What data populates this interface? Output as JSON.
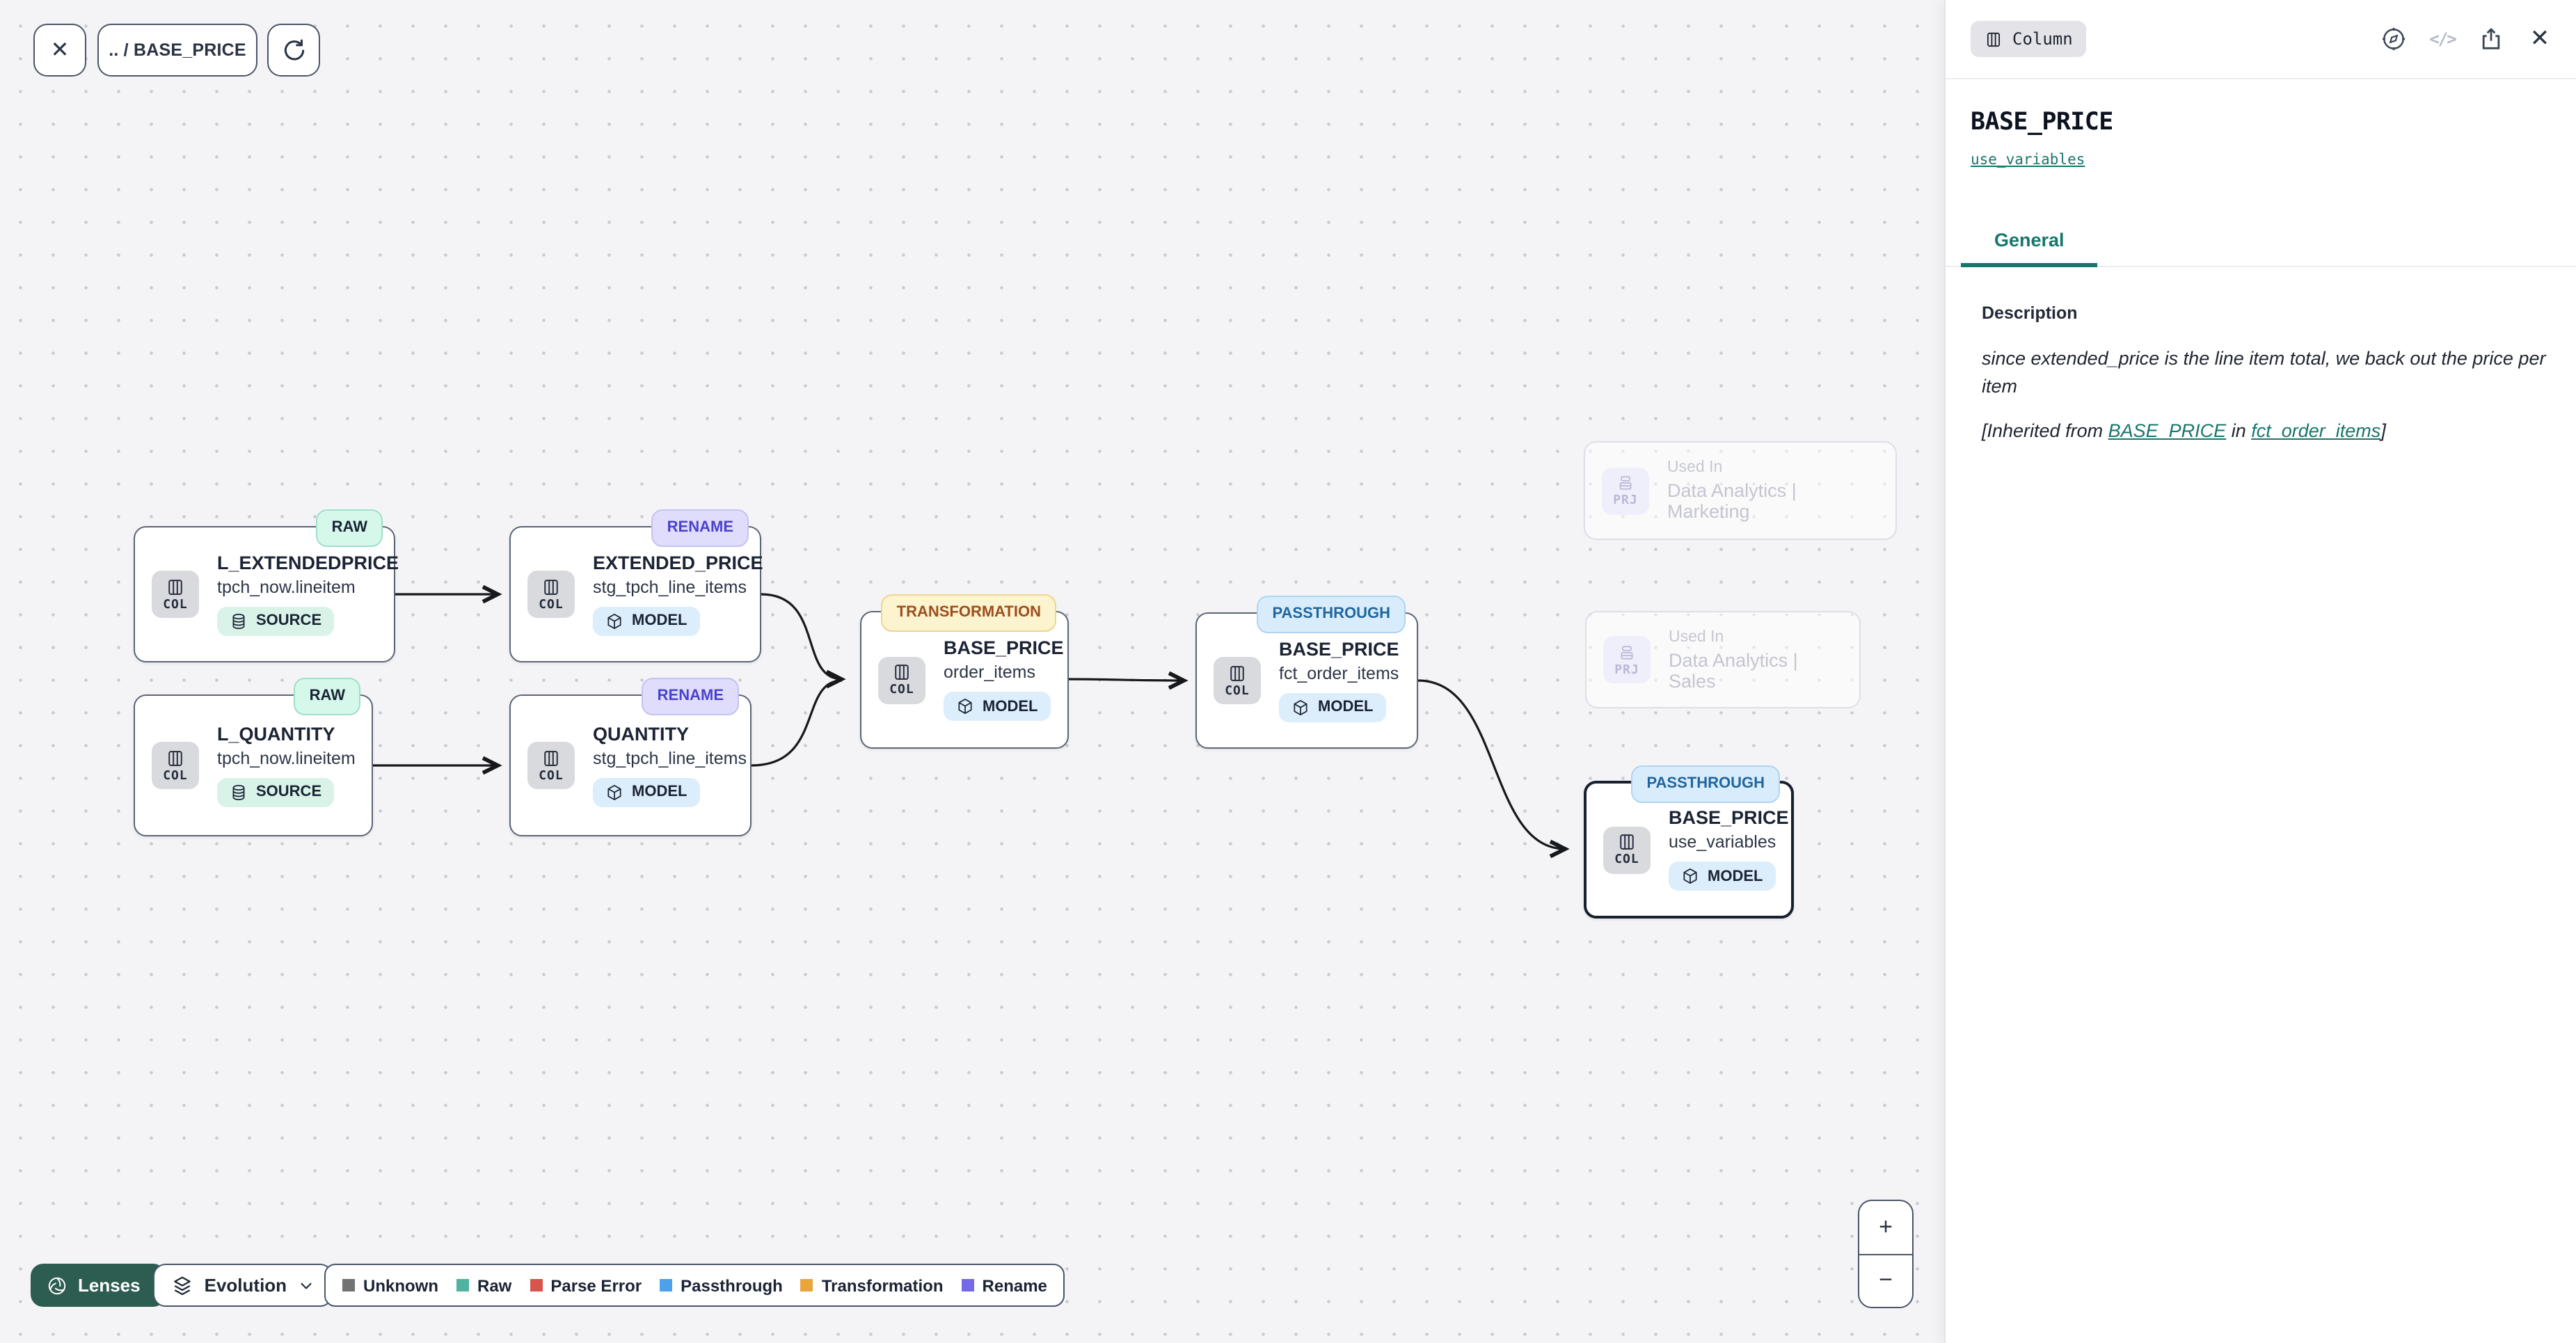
{
  "toolbar": {
    "close_glyph": "✕",
    "breadcrumb": ".. / BASE_PRICE"
  },
  "canvas": {
    "nodes": [
      {
        "badge": "RAW",
        "title": "L_EXTENDEDPRICE",
        "subtitle": "tpch_now.lineitem",
        "chip": "COL",
        "type": "SOURCE"
      },
      {
        "badge": "RAW",
        "title": "L_QUANTITY",
        "subtitle": "tpch_now.lineitem",
        "chip": "COL",
        "type": "SOURCE"
      },
      {
        "badge": "RENAME",
        "title": "EXTENDED_PRICE",
        "subtitle": "stg_tpch_line_items",
        "chip": "COL",
        "type": "MODEL"
      },
      {
        "badge": "RENAME",
        "title": "QUANTITY",
        "subtitle": "stg_tpch_line_items",
        "chip": "COL",
        "type": "MODEL"
      },
      {
        "badge": "TRANSFORMATION",
        "title": "BASE_PRICE",
        "subtitle": "order_items",
        "chip": "COL",
        "type": "MODEL"
      },
      {
        "badge": "PASSTHROUGH",
        "title": "BASE_PRICE",
        "subtitle": "fct_order_items",
        "chip": "COL",
        "type": "MODEL"
      },
      {
        "badge": "PASSTHROUGH",
        "title": "BASE_PRICE",
        "subtitle": "use_variables",
        "chip": "COL",
        "type": "MODEL"
      }
    ],
    "ghosts": [
      {
        "chip": "PRJ",
        "label": "Used In",
        "name": "Data Analytics | Marketing"
      },
      {
        "chip": "PRJ",
        "label": "Used In",
        "name": "Data Analytics | Sales"
      }
    ]
  },
  "footer": {
    "lenses": "Lenses",
    "evolution": "Evolution",
    "legend": [
      {
        "label": "Unknown",
        "color": "#737373"
      },
      {
        "label": "Raw",
        "color": "#4fb3a0"
      },
      {
        "label": "Parse Error",
        "color": "#d9544d"
      },
      {
        "label": "Passthrough",
        "color": "#4da1e8"
      },
      {
        "label": "Transformation",
        "color": "#e8a63a"
      },
      {
        "label": "Rename",
        "color": "#7469ea"
      }
    ],
    "zoom_in": "+",
    "zoom_out": "−"
  },
  "panel": {
    "type_badge": "Column",
    "code_icon": "</>",
    "close_glyph": "✕",
    "title": "BASE_PRICE",
    "model_link": "use_variables",
    "tab": "General",
    "section": {
      "heading": "Description",
      "text": "since extended_price is the line item total, we back out the price per item",
      "inherited_prefix": "[Inherited from ",
      "link1": "BASE_PRICE",
      "between": " in ",
      "link2": "fct_order_items",
      "inherited_suffix": "]"
    }
  },
  "colors": {
    "accent_teal": "#17766b",
    "lenses_green": "#2d5c50",
    "edge": "#17181c"
  }
}
